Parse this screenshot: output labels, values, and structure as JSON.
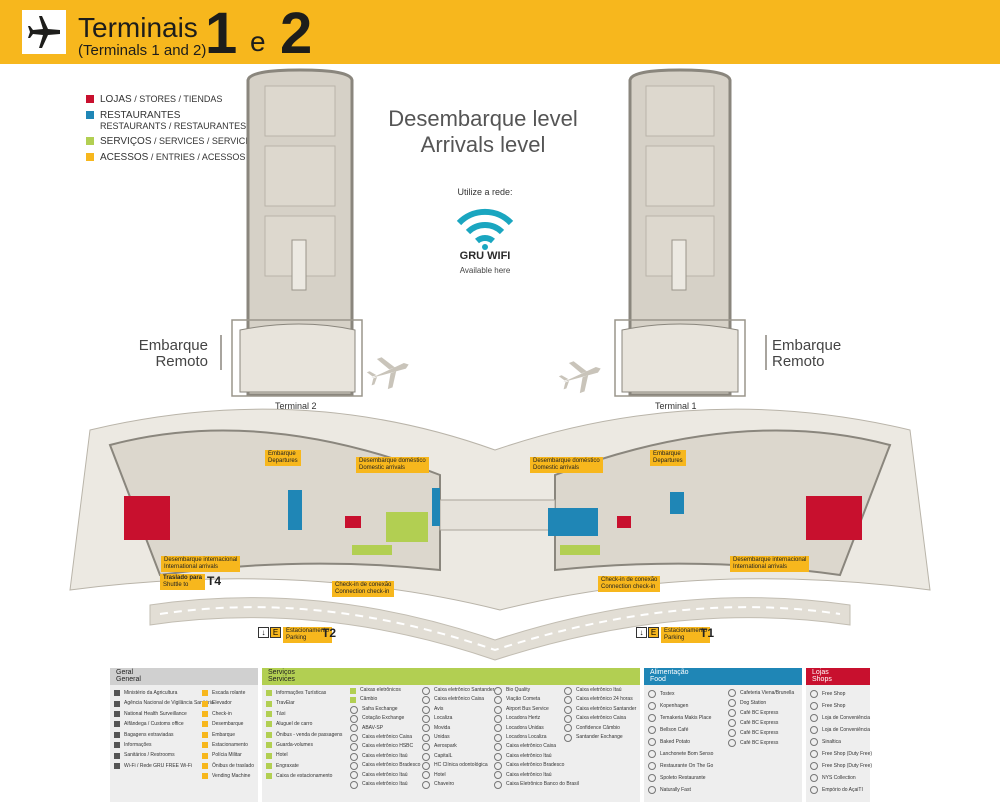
{
  "header": {
    "title": "Terminais",
    "subtitle": "(Terminals 1 and 2)",
    "num1": "1",
    "connector": "e",
    "num2": "2"
  },
  "legend": [
    {
      "label": "LOJAS",
      "sub": " / STORES / TIENDAS",
      "color": "#c8102e"
    },
    {
      "label": "RESTAURANTES",
      "sub": "RESTAURANTS / RESTAURANTES",
      "color": "#1f86b6"
    },
    {
      "label": "SERVIÇOS",
      "sub": " / SERVICES / SERVICIOS",
      "color": "#b2cf52"
    },
    {
      "label": "ACESSOS",
      "sub": " / ENTRIES / ACESSOS",
      "color": "#f7b71d"
    }
  ],
  "level": {
    "pt": "Desembarque level",
    "en": "Arrivals level"
  },
  "wifi": {
    "caption": "Utilize a rede:",
    "name": "GRU WIFI",
    "available": "Available here"
  },
  "remote": {
    "left": [
      "Embarque",
      "Remoto"
    ],
    "right": [
      "Embarque",
      "Remoto"
    ]
  },
  "terminals": {
    "t2": "Terminal 2",
    "t1": "Terminal 1"
  },
  "map_labels": {
    "departures": {
      "pt": "Embarque",
      "en": "Departures"
    },
    "domestic": {
      "pt": "Desembarque doméstico",
      "en": "Domestic arrivals"
    },
    "international": {
      "pt": "Desembarque internacional",
      "en": "International arrivals"
    },
    "connection": {
      "pt": "Check-in de conexão",
      "en": "Connection check-in"
    },
    "shuttle": {
      "pt": "Traslado para",
      "en": "Shuttle to",
      "target": "T4"
    },
    "parking_t2": {
      "pt": "Estacionamento",
      "en": "Parking",
      "terminal": "T2"
    },
    "parking_t1": {
      "pt": "Estacionamento",
      "en": "Parking",
      "terminal": "T1"
    }
  },
  "footer": {
    "geral": {
      "title": "Geral",
      "title_en": "General",
      "col1": [
        "Ministério da Agricultura",
        "Agência Nacional de Vigilância Sanitária",
        "National Health Surveillance",
        "Alfândega / Customs office",
        "Bagagens extraviadas",
        "Informações",
        "Sanitários / Restrooms",
        "Wi-Fi / Rede GRU FREE Wi-Fi"
      ],
      "col2": [
        "Escada rolante",
        "Elevador",
        "Check-in",
        "Desembarque",
        "Embarque",
        "Estacionamento",
        "Polícia Militar",
        "Ônibus de traslado",
        "Vending Machine"
      ]
    },
    "servicos": {
      "title": "Serviços",
      "title_en": "Services",
      "col1": [
        "Informações Turísticas",
        "TravEiar",
        "Táxi",
        "Aluguel de carro",
        "Ônibus - venda de passagens",
        "Guarda-volumes",
        "Hotel",
        "Engraxate",
        "Caixa de estacionamento"
      ],
      "col2": [
        "Caixas eletrônicos",
        "Câmbio",
        "Safra Exchange",
        "Cotação Exchange",
        "ABAV-SP",
        "Caixa eletrônico Caixa",
        "Caixa eletrônico HSBC",
        "Caixa eletrônico Itaú",
        "Caixa eletrônico Bradesco",
        "Caixa eletrônico Itaú",
        "Caixa eletrônico Itaú"
      ],
      "col3": [
        "Caixa eletrônico Santander",
        "Caixa eletrônico Caixa",
        "Avis",
        "Localiza",
        "Movida",
        "Unidas",
        "Aerospark",
        "CapitalL",
        "HC Clínica odontológica",
        "Hotel",
        "Chaveiro"
      ],
      "col4": [
        "Bio Quality",
        "Viação Cometa",
        "Airport Bus Service",
        "Locadora Hertz",
        "Locadora Unidas",
        "Locadora Localiza",
        "Caixa eletrônico Caixa",
        "Caixa eletrônico Itaú",
        "Caixa eletrônico Bradesco",
        "Caixa eletrônico Itaú",
        "Caixa Eletrônico Banco do Brasil"
      ],
      "col5": [
        "Caixa eletrônico Itaú",
        "Caixa eletrônico 24 horas",
        "Caixa eletrônico Santander",
        "Caixa eletrônico Caixa",
        "Confidence Câmbio",
        "Santander Exchange"
      ]
    },
    "alimentacao": {
      "title": "Alimentação",
      "title_en": "Food",
      "col1": [
        "Tostex",
        "Kopenhagen",
        "Temakeria Makis Place",
        "Bellson Café",
        "Baked Potato",
        "Lanchonete Bom Senso",
        "Restaurante On The Go",
        "Spoleto Restaurante",
        "Naturally Fast"
      ],
      "col2": [
        "Cafeteria Viena/Brunella",
        "Dog Station",
        "Café BC Express",
        "Café BC Express",
        "Café BC Express",
        "Café BC Express"
      ]
    },
    "lojas": {
      "title": "Lojas",
      "title_en": "Shops",
      "col1": [
        "Free Shop",
        "Free Shop",
        "Loja de Conveniência",
        "Loja de Conveniência",
        "Sinaltica",
        "Free Shop (Duty Free)",
        "Free Shop (Duty Free)",
        "NYS Collection",
        "Empório do AçaiTI"
      ]
    }
  },
  "colors": {
    "yellow": "#f7b71d",
    "red": "#c8102e",
    "blue": "#1f86b6",
    "green": "#b2cf52",
    "building": "#d6d1c7",
    "outline": "#8a867d"
  }
}
